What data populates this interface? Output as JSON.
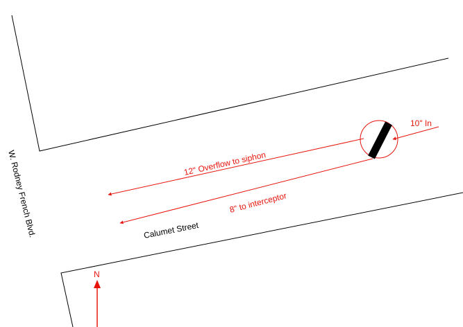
{
  "colors": {
    "lines": "#000000",
    "flow": "#e8140c"
  },
  "labels": {
    "overflow": "12\" Overflow to siphon",
    "interceptor": "8\" to interceptor",
    "inflow": "10\" In",
    "street": "Calumet Street",
    "boulevard": "W. Rodney French Blvd.",
    "north": "N"
  },
  "icons": {
    "north_arrow": "north-arrow-icon",
    "structure": "manhole-structure-icon"
  }
}
